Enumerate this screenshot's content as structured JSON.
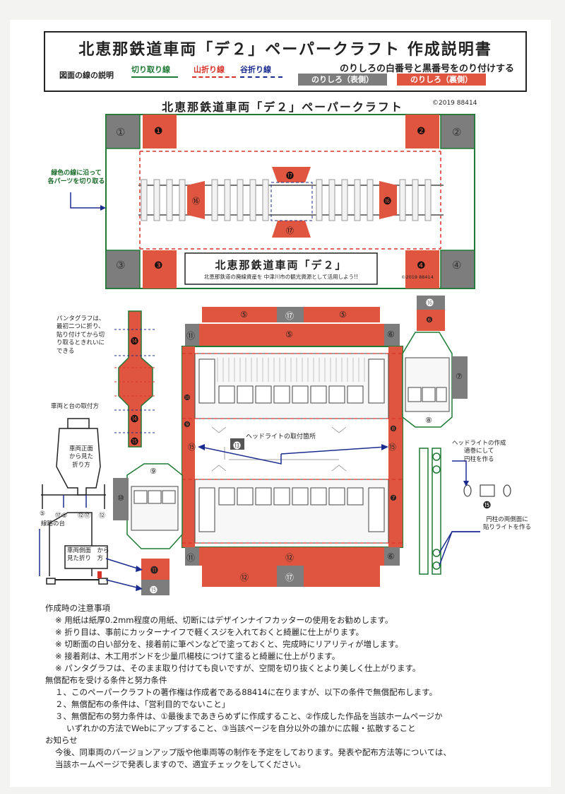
{
  "header": {
    "title": "北恵那鉄道車両「デ２」ペーパークラフト 作成説明書",
    "legend_label": "図面の線の説明",
    "cut_line": "切り取り線",
    "mountain_fold": "山折り線",
    "valley_fold": "谷折り線",
    "glue_note": "のりしろの白番号と黒番号をのり付けする",
    "glue_front": "のりしろ（表側）",
    "glue_back": "のりしろ（裏側）",
    "colors": {
      "cut": "#1e7a34",
      "mountain": "#d8332a",
      "valley": "#1b2c8f",
      "glue_front": "#7d7d7d",
      "glue_back": "#e0553f"
    }
  },
  "sheet": {
    "title": "北恵那鉄道車両「デ２」ペーパークラフト",
    "copyright": "©2019  88414"
  },
  "base": {
    "name_plate": "北恵那鉄道車両「デ２」",
    "name_sub": "北恵那鉄道の廃線資産を 中津川市の観光資源として活用しよう!!",
    "plate_copyright": "©2019  88414",
    "cut_callout": "緑色の線に沿って\n各パーツを切り取る",
    "tabs": [
      "①",
      "②",
      "③",
      "④",
      "❶",
      "❷",
      "❸",
      "❹",
      "⑯",
      "⑰",
      "⓰",
      "⓱"
    ]
  },
  "pantograph": {
    "note": "パンタグラフは、\n最初二つに折り、\n貼り付けてから切\nり取るときれいに\nできる",
    "tabs": [
      "⓮",
      "⓮",
      "⓯"
    ]
  },
  "mount": {
    "title": "車両と台の取付方",
    "front_view": "車両正面\nから見た\n折り方",
    "side_view": "車両側面　から\n見た折り　方",
    "track_label": "線路の台",
    "numbers": [
      "⑤",
      "⑰⑤",
      "⑫⑰",
      "⑫"
    ]
  },
  "body": {
    "headlight_position": "ヘッドライトの取付箇所",
    "tabs_top": [
      "⑤",
      "⑰",
      "⑤",
      "⑪",
      "⑤",
      "⑥"
    ],
    "tabs_bottom": [
      "⑪",
      "⑫",
      "⑰",
      "⑫",
      "⑥"
    ],
    "side_nums": [
      "❿",
      "❾",
      "❽",
      "❼",
      "⑦",
      "⑧",
      "⑨",
      "⑩",
      "⑮",
      "⑮",
      "⓭",
      "⓫",
      "⓯",
      "⓰",
      "❻"
    ]
  },
  "headlight": {
    "make_note": "ヘッドライトの作成\n適巻にして\n円柱を作る",
    "paste_note": "円柱の両側面に\n貼りライトを作る",
    "num": "⓯"
  },
  "instructions": {
    "heading": "作成時の注意事項",
    "notes": [
      "※ 用紙は紙厚0.2mm程度の用紙、切断にはデザインナイフカッターの使用をお勧めします。",
      "※ 折り目は、事前にカッターナイフで軽くスジを入れておくと綺麗に仕上がります。",
      "※ 切断面の白い部分を、接着前に筆ペンなどで塗っておくと、完成時にリアリティが増します。",
      "※ 接着剤は、木工用ボンドを少量爪楊枝につけて塗ると綺麗に仕上がります。",
      "※ パンタグラフは、そのまま取り付けても良いですが、空間を切り抜くとより美しく仕上がります。"
    ],
    "license_heading": "無償配布を受ける条件と努力条件",
    "license": [
      "１、このペーパークラフトの著作権は作成者である88414に在りますが、以下の条件で無償配布します。",
      "２、無償配布の条件は、「営利目的でないこと」",
      "３、無償配布の努力条件は、①最後まであきらめずに作成すること、②作成した作品を当該ホームページか",
      "いずれかの方法でWebにアップすること、③当該ページを自分以外の誰かに広報・拡散すること"
    ],
    "notice_heading": "お知らせ",
    "notice": [
      "今後、同車両のバージョンアップ版や他車両等の制作を予定をしております。発表や配布方法等については、",
      "当該ホームページで発表しますので、適宜チェックをしてください。"
    ]
  }
}
